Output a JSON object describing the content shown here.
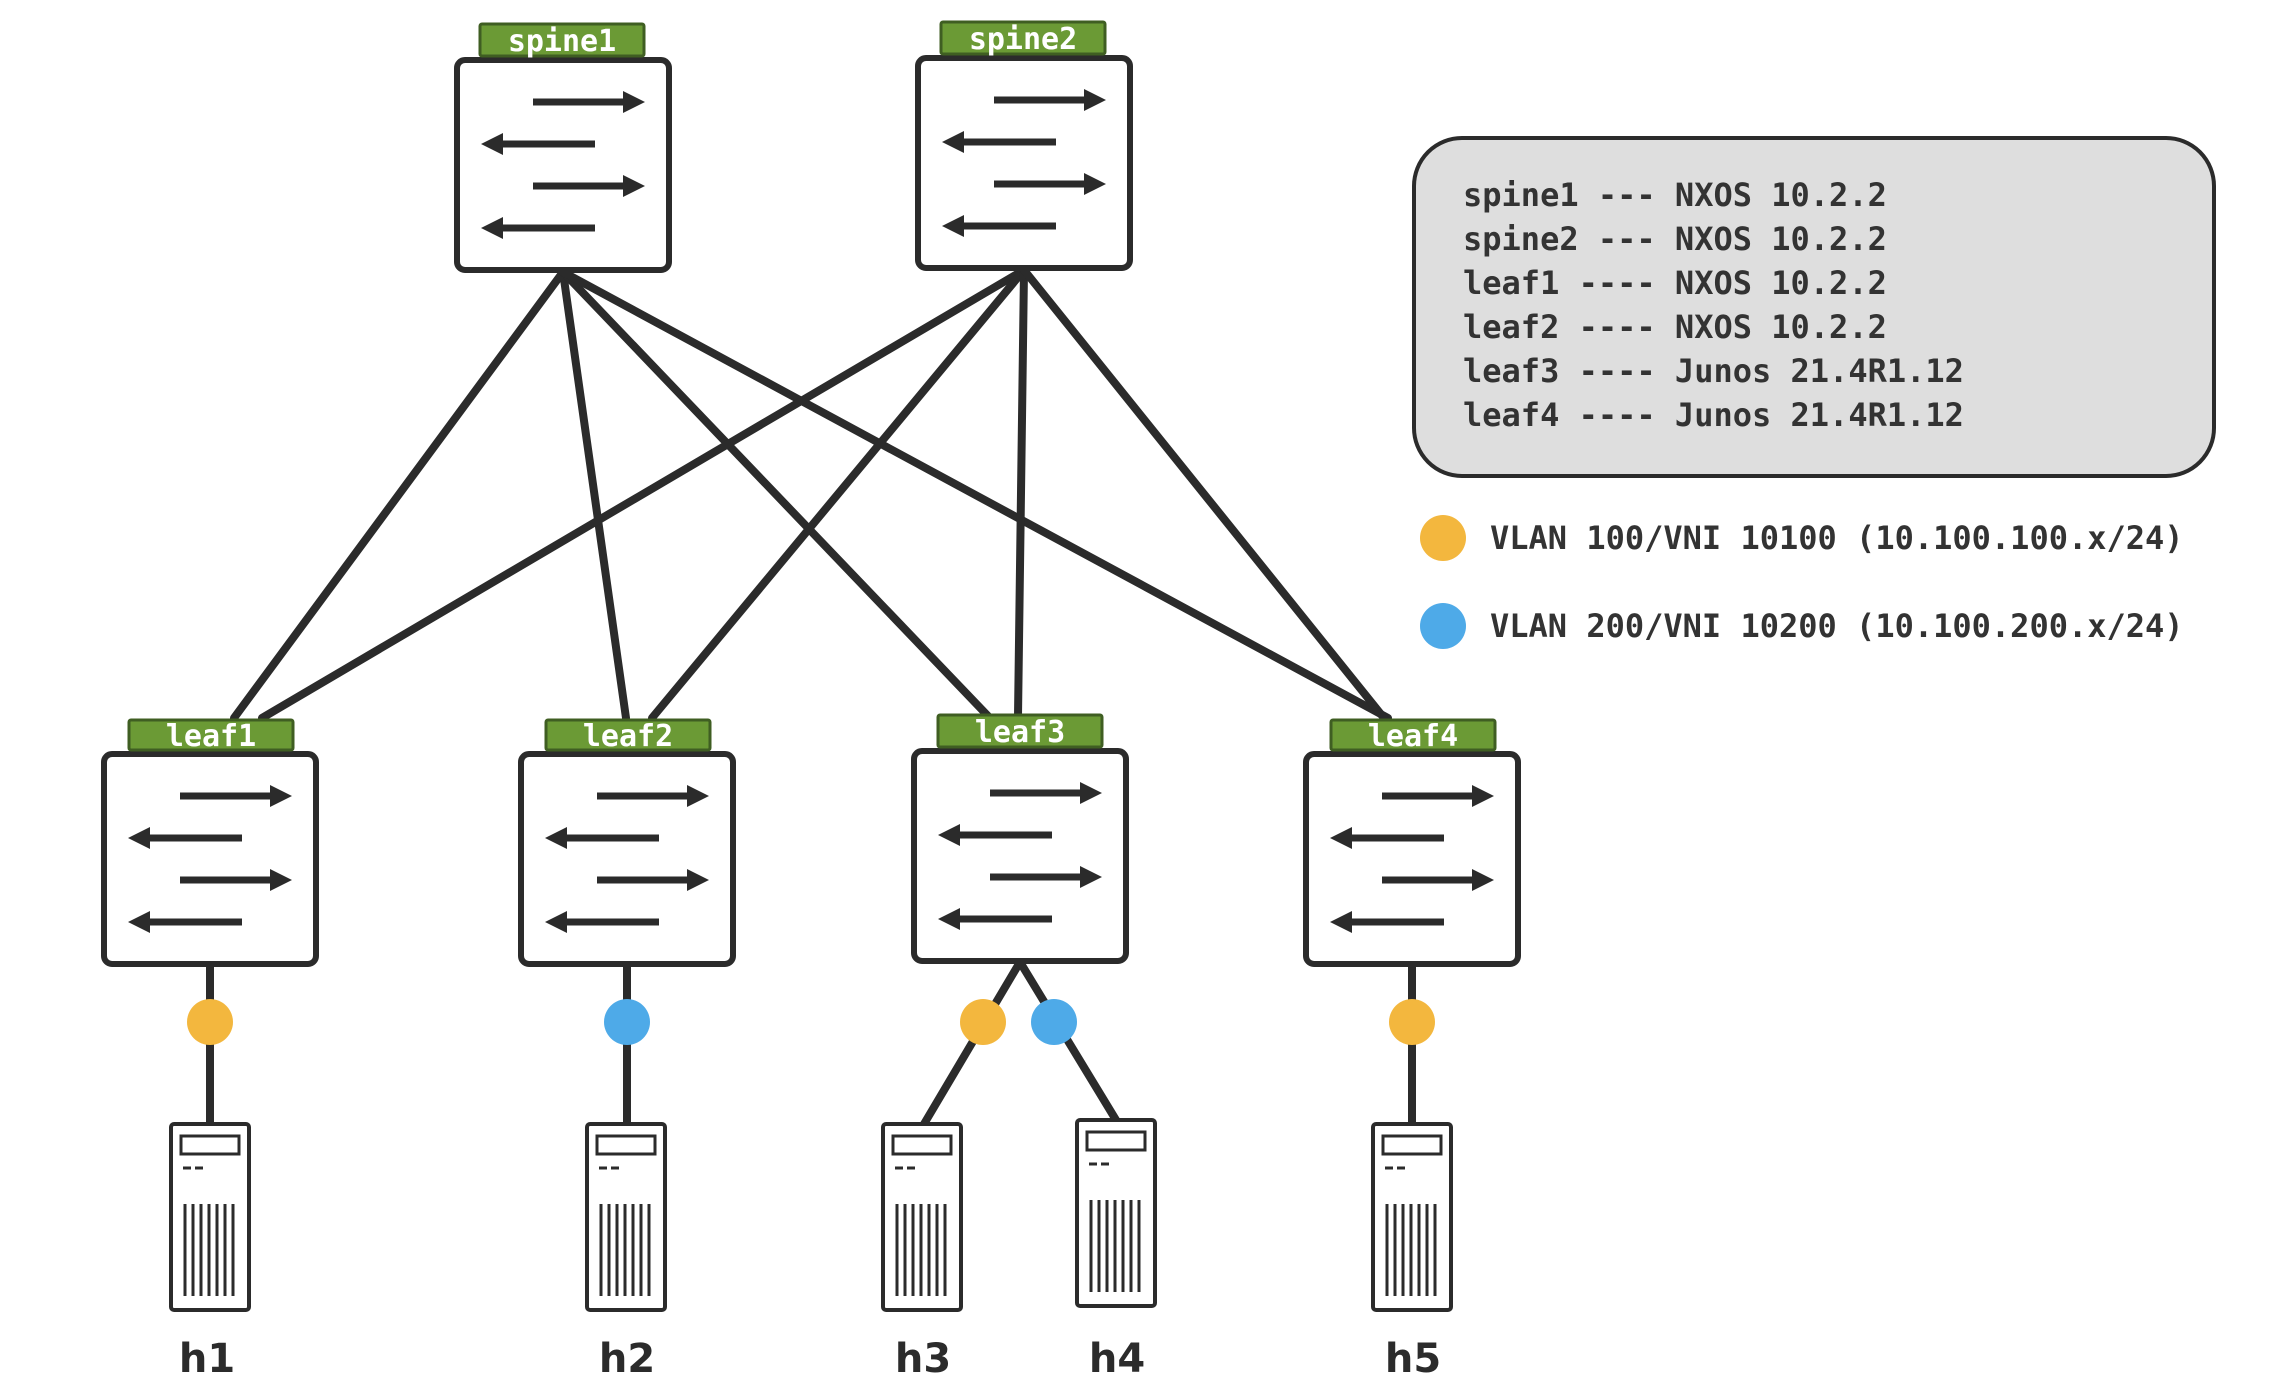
{
  "colors": {
    "vlan100": "#f3b73e",
    "vlan200": "#4eaae8",
    "tag": "#6b9a35",
    "info_bg": "#dedede"
  },
  "nodes": {
    "spine1": {
      "label": "spine1"
    },
    "spine2": {
      "label": "spine2"
    },
    "leaf1": {
      "label": "leaf1"
    },
    "leaf2": {
      "label": "leaf2"
    },
    "leaf3": {
      "label": "leaf3"
    },
    "leaf4": {
      "label": "leaf4"
    }
  },
  "hosts": {
    "h1": {
      "label": "h1",
      "vlan": "vlan100"
    },
    "h2": {
      "label": "h2",
      "vlan": "vlan200"
    },
    "h3": {
      "label": "h3",
      "vlan": "vlan100"
    },
    "h4": {
      "label": "h4",
      "vlan": "vlan200"
    },
    "h5": {
      "label": "h5",
      "vlan": "vlan100"
    }
  },
  "info": {
    "lines": [
      "spine1 --- NXOS 10.2.2",
      "spine2 --- NXOS 10.2.2",
      "leaf1 ---- NXOS 10.2.2",
      "leaf2 ---- NXOS 10.2.2",
      "leaf3 ---- Junos 21.4R1.12",
      "leaf4 ---- Junos 21.4R1.12"
    ]
  },
  "legend": {
    "items": [
      {
        "color_key": "vlan100",
        "label": "VLAN 100/VNI 10100 (10.100.100.x/24)"
      },
      {
        "color_key": "vlan200",
        "label": "VLAN 200/VNI 10200 (10.100.200.x/24)"
      }
    ]
  }
}
